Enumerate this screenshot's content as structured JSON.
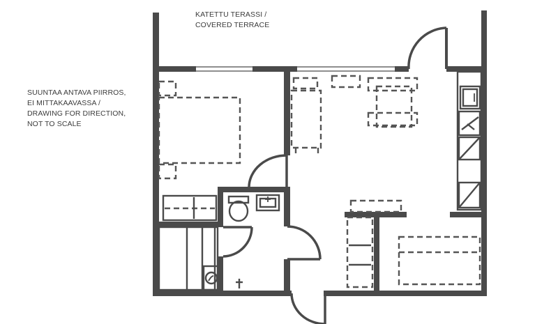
{
  "labels": {
    "terrace": [
      "KATETTU TERASSI /",
      "COVERED TERRACE"
    ],
    "scale_note": [
      "SUUNTAA ANTAVA PIIRROS,",
      "EI MITTAKAAVASSA /",
      "DRAWING FOR DIRECTION,",
      "NOT TO SCALE"
    ]
  },
  "colors": {
    "walls": "#4a4a4a",
    "text": "#3b3b3b",
    "background": "#ffffff"
  }
}
